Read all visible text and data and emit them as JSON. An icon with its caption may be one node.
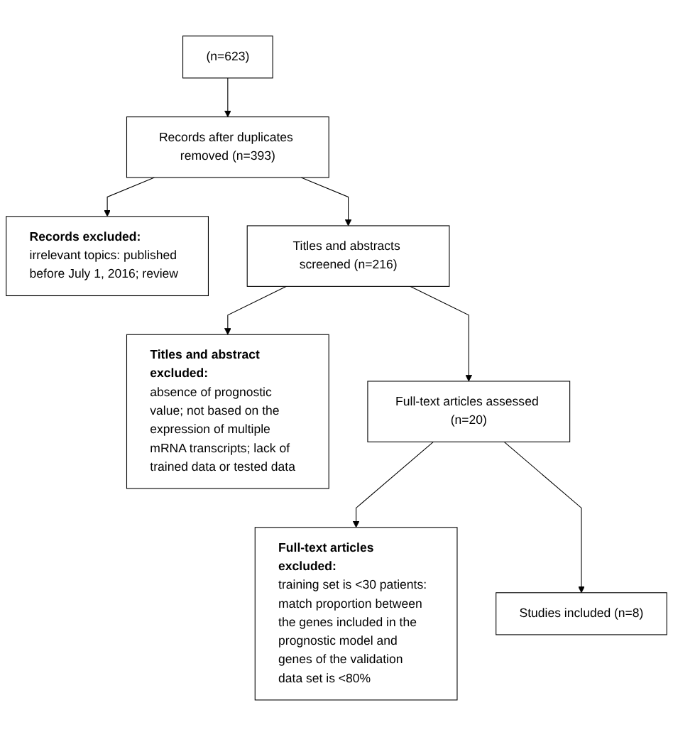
{
  "diagram": {
    "nodes": [
      {
        "text": [
          "(n=623)"
        ]
      },
      {
        "text": [
          "Records after duplicates removed (n=393)"
        ]
      },
      {
        "text": [
          "Records excluded:",
          "irrelevant topics: published before July 1, 2016; review"
        ]
      },
      {
        "text": [
          "Titles and abstracts screened (n=216)"
        ]
      },
      {
        "text": [
          "Titles and abstract excluded:",
          "absence of prognostic value; not based on the expression of multiple mRNA transcripts; lack of trained data or tested data"
        ]
      },
      {
        "text": [
          "Full-text articles assessed (n=20)"
        ]
      },
      {
        "text": [
          "Full-text articles excluded:",
          "training set is <30 patients: match proportion between the genes included in the prognostic model and genes of the validation data set is <80%"
        ]
      },
      {
        "text": [
          "Studies included (n=8)"
        ]
      }
    ],
    "edges": [
      {
        "from": 0,
        "to": 1,
        "arrow": "to"
      },
      {
        "from": 1,
        "to": 2,
        "arrow": "to"
      },
      {
        "from": 1,
        "to": 3,
        "arrow": "to"
      },
      {
        "from": 3,
        "to": 4,
        "arrow": "to"
      },
      {
        "from": 3,
        "to": 5,
        "arrow": "to"
      },
      {
        "from": 5,
        "to": 6,
        "arrow": "to"
      },
      {
        "from": 5,
        "to": 7,
        "arrow": "to"
      }
    ]
  }
}
